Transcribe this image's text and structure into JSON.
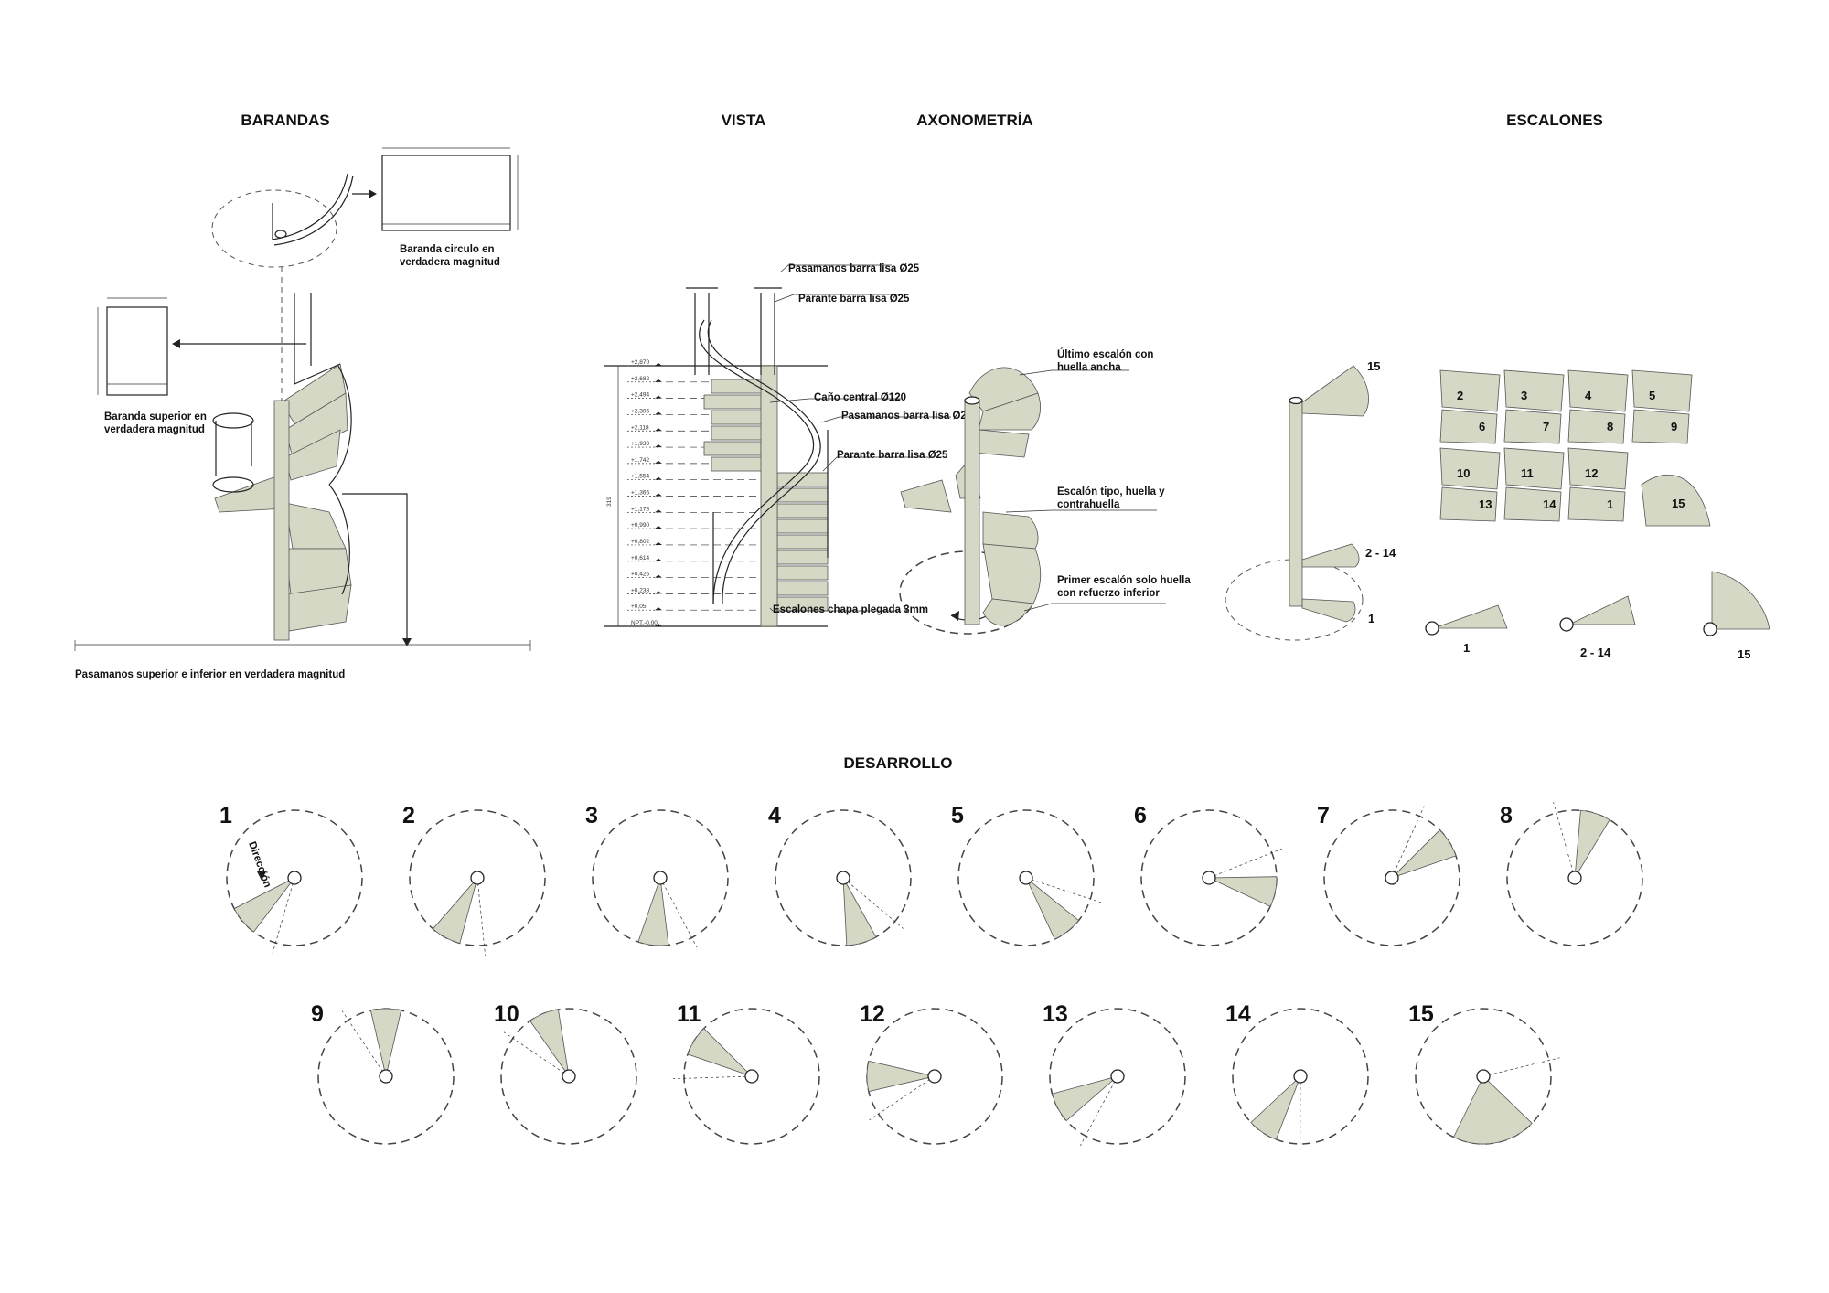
{
  "titles": {
    "barandas": "BARANDAS",
    "vista": "VISTA",
    "axonometria": "AXONOMETRÍA",
    "escalones": "ESCALONES",
    "desarrollo": "DESARROLLO"
  },
  "barandas": {
    "circle_label_1": "Baranda circulo en",
    "circle_label_2": "verdadera magnitud",
    "superior_label_1": "Baranda superior en",
    "superior_label_2": "verdadera magnitud",
    "pasamanos_label": "Pasamanos superior e inferior en verdadera magnitud"
  },
  "vista": {
    "height_label": "319",
    "levels": [
      "+2,870",
      "+2,682",
      "+2,494",
      "+2,306",
      "+2,118",
      "+1,930",
      "+1,742",
      "+1,554",
      "+1,366",
      "+1,178",
      "+0,990",
      "+0,802",
      "+0,614",
      "+0,426",
      "+0,238",
      "+0,05",
      "NPT.-0,00"
    ],
    "labels": [
      "Pasamanos barra lisa Ø25",
      "Parante barra lisa Ø25",
      "Caño central Ø120",
      "Pasamanos barra lisa Ø25",
      "Parante barra lisa Ø25",
      "Escalones chapa plegada 3mm"
    ]
  },
  "axonometria": {
    "labels": [
      [
        "Último escalón con",
        "huella ancha"
      ],
      [
        "Escalón tipo, huella y",
        "contrahuella"
      ],
      [
        "Primer escalón solo huella",
        "con refuerzo inferior"
      ]
    ]
  },
  "escalones": {
    "stair_labels": [
      "15",
      "2 - 14",
      "1"
    ],
    "grid_numbers": [
      "2",
      "6",
      "3",
      "7",
      "4",
      "8",
      "5",
      "9",
      "10",
      "13",
      "11",
      "14",
      "12",
      "1",
      "15"
    ],
    "piece_labels": [
      "1",
      "2 - 14",
      "15"
    ]
  },
  "desarrollo": {
    "direction_label": "Dirección",
    "steps": [
      {
        "n": "1",
        "angle": 230
      },
      {
        "n": "2",
        "angle": 208
      },
      {
        "n": "3",
        "angle": 186
      },
      {
        "n": "4",
        "angle": 164
      },
      {
        "n": "5",
        "angle": 142
      },
      {
        "n": "6",
        "angle": 102
      },
      {
        "n": "7",
        "angle": 58
      },
      {
        "n": "8",
        "angle": 18
      },
      {
        "n": "9",
        "angle": 0
      },
      {
        "n": "10",
        "angle": -22
      },
      {
        "n": "11",
        "angle": -58
      },
      {
        "n": "12",
        "angle": -90
      },
      {
        "n": "13",
        "angle": -118
      },
      {
        "n": "14",
        "angle": -146
      },
      {
        "n": "15",
        "angle": 170
      }
    ]
  }
}
